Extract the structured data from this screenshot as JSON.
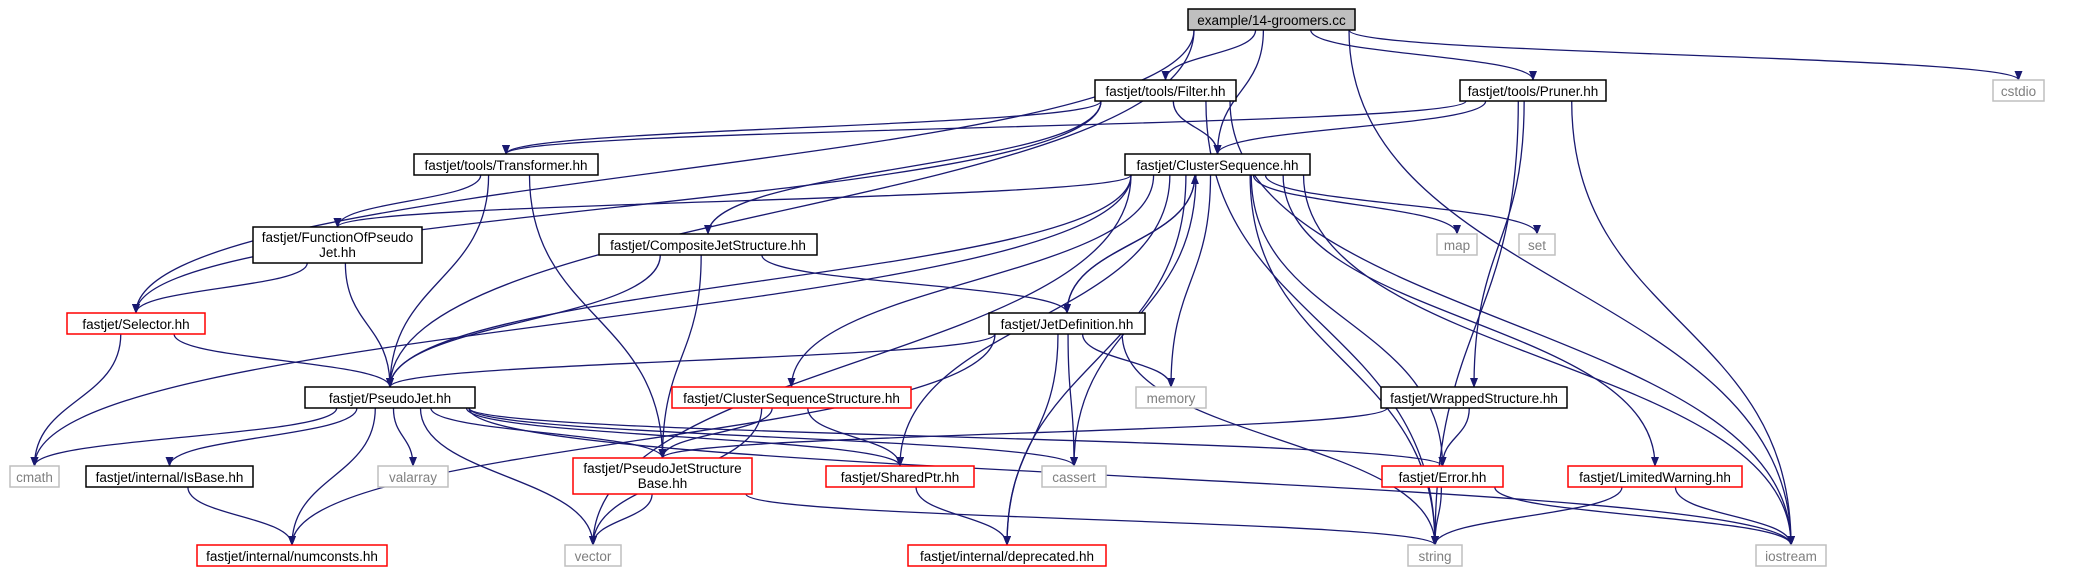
{
  "colors": {
    "edge": "#191970",
    "root_fill": "#bfbfbf",
    "documented_border": "#000000",
    "undocumented_border": "#ff0000",
    "system_border": "#bfbfbf",
    "system_text": "#7f7f7f"
  },
  "nodes": {
    "root": "example/14-groomers.cc",
    "filter": "fastjet/tools/Filter.hh",
    "pruner": "fastjet/tools/Pruner.hh",
    "cstdio": "cstdio",
    "transformer": "fastjet/tools/Transformer.hh",
    "clusterseq": "fastjet/ClusterSequence.hh",
    "funcpj_1": "fastjet/FunctionOfPseudo",
    "funcpj_2": "Jet.hh",
    "compjet": "fastjet/CompositeJetStructure.hh",
    "map": "map",
    "set": "set",
    "selector": "fastjet/Selector.hh",
    "jetdef": "fastjet/JetDefinition.hh",
    "pseudojet": "fastjet/PseudoJet.hh",
    "csstructure": "fastjet/ClusterSequenceStructure.hh",
    "memory": "memory",
    "wrapped": "fastjet/WrappedStructure.hh",
    "cmath": "cmath",
    "isbase": "fastjet/internal/IsBase.hh",
    "valarray": "valarray",
    "pjsb_1": "fastjet/PseudoJetStructure",
    "pjsb_2": "Base.hh",
    "sharedptr": "fastjet/SharedPtr.hh",
    "cassert": "cassert",
    "error": "fastjet/Error.hh",
    "limwarn": "fastjet/LimitedWarning.hh",
    "numconsts": "fastjet/internal/numconsts.hh",
    "vector": "vector",
    "deprecated": "fastjet/internal/deprecated.hh",
    "string": "string",
    "iostream": "iostream"
  },
  "edges": [
    [
      "root",
      "filter"
    ],
    [
      "root",
      "pruner"
    ],
    [
      "root",
      "cstdio"
    ],
    [
      "root",
      "clusterseq"
    ],
    [
      "root",
      "selector"
    ],
    [
      "root",
      "pseudojet"
    ],
    [
      "root",
      "iostream"
    ],
    [
      "filter",
      "transformer"
    ],
    [
      "filter",
      "clusterseq"
    ],
    [
      "filter",
      "compjet"
    ],
    [
      "filter",
      "selector"
    ],
    [
      "filter",
      "string"
    ],
    [
      "filter",
      "iostream"
    ],
    [
      "pruner",
      "transformer"
    ],
    [
      "pruner",
      "clusterseq"
    ],
    [
      "pruner",
      "wrapped"
    ],
    [
      "pruner",
      "string"
    ],
    [
      "pruner",
      "iostream"
    ],
    [
      "transformer",
      "funcpj"
    ],
    [
      "transformer",
      "pseudojet"
    ],
    [
      "transformer",
      "pjsb"
    ],
    [
      "clusterseq",
      "funcpj"
    ],
    [
      "clusterseq",
      "map"
    ],
    [
      "clusterseq",
      "set"
    ],
    [
      "clusterseq",
      "jetdef"
    ],
    [
      "clusterseq",
      "pseudojet"
    ],
    [
      "clusterseq",
      "csstructure"
    ],
    [
      "clusterseq",
      "memory"
    ],
    [
      "clusterseq",
      "cmath"
    ],
    [
      "clusterseq",
      "sharedptr"
    ],
    [
      "clusterseq",
      "cassert"
    ],
    [
      "clusterseq",
      "error"
    ],
    [
      "clusterseq",
      "limwarn"
    ],
    [
      "clusterseq",
      "vector"
    ],
    [
      "clusterseq",
      "deprecated"
    ],
    [
      "clusterseq",
      "string"
    ],
    [
      "clusterseq",
      "iostream"
    ],
    [
      "funcpj",
      "selector"
    ],
    [
      "funcpj",
      "pseudojet"
    ],
    [
      "compjet",
      "jetdef"
    ],
    [
      "compjet",
      "pseudojet"
    ],
    [
      "compjet",
      "pjsb"
    ],
    [
      "selector",
      "pseudojet"
    ],
    [
      "selector",
      "cmath"
    ],
    [
      "jetdef",
      "clusterseq"
    ],
    [
      "jetdef",
      "pseudojet"
    ],
    [
      "jetdef",
      "memory"
    ],
    [
      "jetdef",
      "cassert"
    ],
    [
      "jetdef",
      "string"
    ],
    [
      "jetdef",
      "numconsts"
    ],
    [
      "jetdef",
      "deprecated"
    ],
    [
      "pseudojet",
      "cmath"
    ],
    [
      "pseudojet",
      "isbase"
    ],
    [
      "pseudojet",
      "valarray"
    ],
    [
      "pseudojet",
      "pjsb"
    ],
    [
      "pseudojet",
      "sharedptr"
    ],
    [
      "pseudojet",
      "cassert"
    ],
    [
      "pseudojet",
      "error"
    ],
    [
      "pseudojet",
      "iostream"
    ],
    [
      "pseudojet",
      "numconsts"
    ],
    [
      "pseudojet",
      "vector"
    ],
    [
      "csstructure",
      "pjsb"
    ],
    [
      "csstructure",
      "sharedptr"
    ],
    [
      "csstructure",
      "vector"
    ],
    [
      "wrapped",
      "pjsb"
    ],
    [
      "wrapped",
      "error"
    ],
    [
      "isbase",
      "numconsts"
    ],
    [
      "pjsb",
      "vector"
    ],
    [
      "pjsb",
      "string"
    ],
    [
      "sharedptr",
      "deprecated"
    ],
    [
      "error",
      "string"
    ],
    [
      "error",
      "iostream"
    ],
    [
      "limwarn",
      "string"
    ],
    [
      "limwarn",
      "iostream"
    ]
  ]
}
